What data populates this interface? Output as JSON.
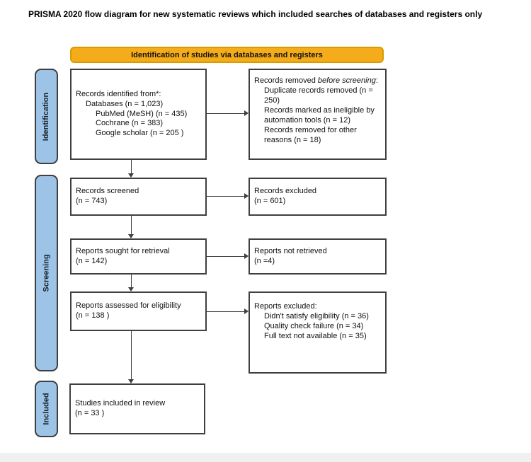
{
  "title": "PRISMA 2020 flow diagram for new systematic reviews which included searches of databases and registers only",
  "banner": {
    "label": "Identification of studies via databases and registers",
    "fill": "#f5ac1a",
    "border": "#d99b00"
  },
  "sidebar": {
    "fill": "#9dc3e6",
    "items": [
      {
        "label": "Identification"
      },
      {
        "label": "Screening"
      },
      {
        "label": "Included"
      }
    ]
  },
  "boxes": {
    "records_identified": {
      "lines": [
        {
          "indent": 0,
          "segments": [
            {
              "text": "Records identified from*:"
            }
          ]
        },
        {
          "indent": 1,
          "segments": [
            {
              "text": "Databases (n = 1,023)"
            }
          ]
        },
        {
          "indent": 2,
          "segments": [
            {
              "text": "PubMed (MeSH)  (n = 435)"
            }
          ]
        },
        {
          "indent": 2,
          "segments": [
            {
              "text": "Cochrane (n = 383)"
            }
          ]
        },
        {
          "indent": 2,
          "segments": [
            {
              "text": "Google scholar (n = 205 )"
            }
          ]
        }
      ]
    },
    "records_removed": {
      "lines": [
        {
          "indent": 0,
          "segments": [
            {
              "text": "Records removed "
            },
            {
              "text": "before screening",
              "italic": true
            },
            {
              "text": ":"
            }
          ]
        },
        {
          "indent": 1,
          "segments": [
            {
              "text": "Duplicate records removed  (n = 250)"
            }
          ]
        },
        {
          "indent": 1,
          "segments": [
            {
              "text": "Records marked as ineligible by automation tools (n = 12)"
            }
          ]
        },
        {
          "indent": 1,
          "segments": [
            {
              "text": "Records removed for other reasons (n = 18)"
            }
          ]
        }
      ]
    },
    "records_screened": {
      "lines": [
        {
          "indent": 0,
          "segments": [
            {
              "text": "Records screened"
            }
          ]
        },
        {
          "indent": 0,
          "segments": [
            {
              "text": "(n = 743)"
            }
          ]
        }
      ]
    },
    "records_excluded": {
      "lines": [
        {
          "indent": 0,
          "segments": [
            {
              "text": "Records excluded"
            }
          ]
        },
        {
          "indent": 0,
          "segments": [
            {
              "text": "(n = 601)"
            }
          ]
        }
      ]
    },
    "reports_sought": {
      "lines": [
        {
          "indent": 0,
          "segments": [
            {
              "text": "Reports sought for retrieval"
            }
          ]
        },
        {
          "indent": 0,
          "segments": [
            {
              "text": "(n = 142)"
            }
          ]
        }
      ]
    },
    "reports_not_retrieved": {
      "lines": [
        {
          "indent": 0,
          "segments": [
            {
              "text": "Reports not retrieved"
            }
          ]
        },
        {
          "indent": 0,
          "segments": [
            {
              "text": "(n =4)"
            }
          ]
        }
      ]
    },
    "reports_assessed": {
      "lines": [
        {
          "indent": 0,
          "segments": [
            {
              "text": "Reports assessed for eligibility"
            }
          ]
        },
        {
          "indent": 0,
          "segments": [
            {
              "text": "(n = 138 )"
            }
          ]
        }
      ]
    },
    "reports_excluded": {
      "lines": [
        {
          "indent": 0,
          "segments": [
            {
              "text": "Reports excluded:"
            }
          ]
        },
        {
          "indent": 1,
          "segments": [
            {
              "text": "Didn't satisfy eligibility (n = 36)"
            }
          ]
        },
        {
          "indent": 1,
          "segments": [
            {
              "text": "Quality check failure (n = 34)"
            }
          ]
        },
        {
          "indent": 1,
          "segments": [
            {
              "text": "Full text not available (n = 35)"
            }
          ]
        }
      ]
    },
    "studies_included": {
      "lines": [
        {
          "indent": 0,
          "segments": [
            {
              "text": "Studies included in review"
            }
          ]
        },
        {
          "indent": 0,
          "segments": [
            {
              "text": "(n = 33 )"
            }
          ]
        }
      ]
    }
  }
}
